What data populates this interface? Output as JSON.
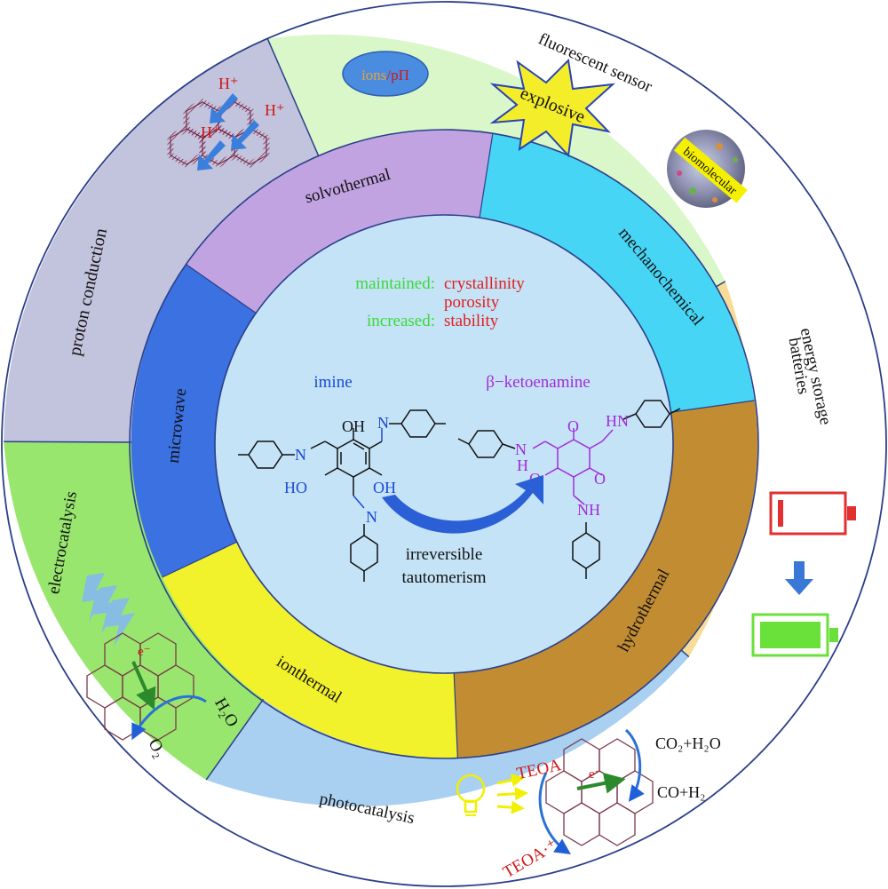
{
  "applications": {
    "fluorescent_sensor": {
      "label": "fluorescent sensor",
      "ions_label_a": "ions",
      "ions_sep": "/",
      "ions_label_b": "pΠ",
      "explosive_label": "explosive",
      "biomolecular_label": "biomolecular"
    },
    "energy_storage": {
      "line1": "energy storage",
      "line2": "batteries"
    },
    "photocatalysis": {
      "label": "photocatalysis",
      "teoa": "TEOA",
      "teoa_radical": "TEOA·⁺",
      "electron": "e⁻",
      "co2_h2o": "CO₂+H₂O",
      "co_h2": "CO+H₂"
    },
    "electrocatalysis": {
      "label": "electrocatalysis",
      "electron": "e⁻",
      "h2o": "H₂O",
      "o2": "O₂"
    },
    "proton_conduction": {
      "label": "proton conduction",
      "h_plus": "H⁺"
    }
  },
  "synthesis_methods": {
    "solvothermal": "solvothermal",
    "mechanochemical": "mechanochemical",
    "hydrothermal": "hydrothermal",
    "ionthermal": "ionthermal",
    "microwave": "microwave"
  },
  "center": {
    "maintained_label": "maintained:",
    "increased_label": "increased:",
    "props": [
      "crystallinity",
      "porosity",
      "stability"
    ],
    "imine_label": "imine",
    "keto_label": "β−ketoenamine",
    "arrow_line1": "irreversible",
    "arrow_line2": "tautomerism",
    "oh_label": "OH",
    "ho_label": "HO",
    "n_label": "N",
    "hn_label": "HN",
    "nh_label": "NH",
    "h_label": "H",
    "o_label": "O"
  },
  "colors": {
    "sensor_bg": "#d9f7c8",
    "energy_bg": "#f6dc96",
    "photo_bg": "#a9cff1",
    "electro_bg": "#98e66e",
    "proton_bg": "#c2c3dd",
    "solvothermal": "#c2a3e2",
    "mechanochemical": "#46d5f4",
    "hydrothermal": "#c28c32",
    "ionthermal": "#f2f22c",
    "microwave": "#3b71e1",
    "center_bg": "#c5e3f6",
    "green_text": "#3ad83a",
    "red_text": "#e01e1e",
    "blue_text": "#1b49d6",
    "purple_text": "#a12cde"
  }
}
